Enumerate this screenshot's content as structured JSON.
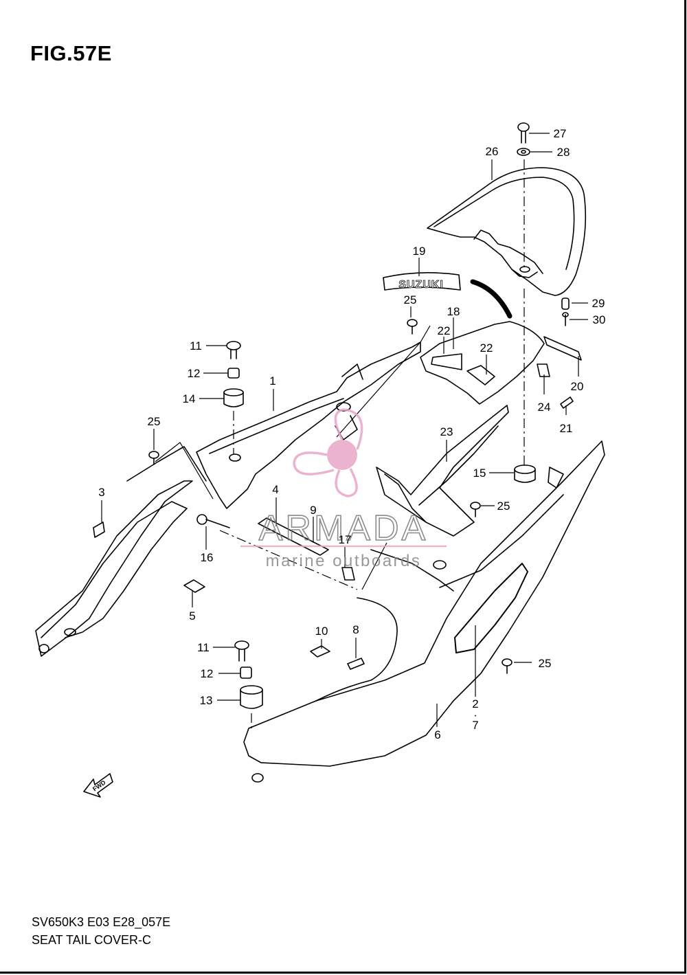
{
  "figure": {
    "title": "FIG.57E"
  },
  "footer": {
    "model_code": "SV650K3 E03 E28_057E",
    "caption": "SEAT TAIL COVER-C"
  },
  "watermark": {
    "brand": "ARMADA",
    "tagline": "marine outboards",
    "accent": "#e8a6c8"
  },
  "emblem": {
    "text": "SUZUKI"
  },
  "fwd_arrow": {
    "text": "FWD"
  },
  "callouts": [
    "1",
    "2",
    "3",
    "4",
    "5",
    "6",
    "7",
    "8",
    "9",
    "10",
    "11",
    "12",
    "13",
    "14",
    "15",
    "16",
    "17",
    "18",
    "19",
    "20",
    "21",
    "22",
    "23",
    "24",
    "25",
    "26",
    "27",
    "28",
    "29",
    "30"
  ],
  "colors": {
    "line": "#000000",
    "background": "#ffffff"
  }
}
